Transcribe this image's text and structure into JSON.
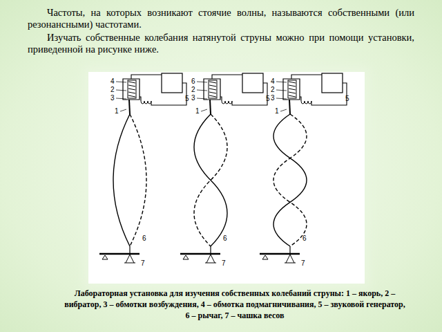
{
  "diagram": {
    "caption": "Лабораторная установка для изучения собственных колебаний струны: 1 – якорь, 2 – вибратор, 3 – обмотки возбуждения, 4 – обмотка подмагничивания, 5 – звуковой генератор, 6 – рычаг, 7 – чашка весов",
    "labels": [
      "Частоты, на которых возникают стоячие волны, называются собственными (или резонансными) частотами.",
      "Изучать собственные колебания натянутой струны можно при помощи установки, приведенной на рисунке ниже.",
      "4",
      "2",
      "3",
      "1",
      "5",
      "6",
      "7",
      "6",
      "2",
      "3",
      "1",
      "5",
      "6",
      "7",
      "4",
      "2",
      "3",
      "1",
      "5",
      "6",
      "7"
    ]
  }
}
